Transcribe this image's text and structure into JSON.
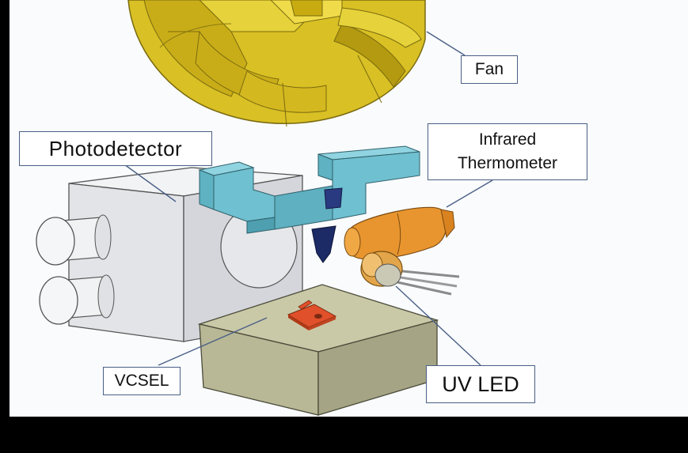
{
  "labels": {
    "fan": "Fan",
    "photodetector": "Photodetector",
    "infrared_line1": "Infrared",
    "infrared_line2": "Thermometer",
    "vcsel": "VCSEL",
    "uv_led": "UV LED"
  },
  "colors": {
    "background": "#f9fbfd",
    "fan": "#d9c024",
    "fan_shadow": "#b39a10",
    "photodetector_body": "#e3e4e8",
    "cuvette_holder": "#6fc0d0",
    "cuvette_tip": "#1c2a66",
    "thermometer": "#e8952f",
    "uv_led": "#e3a54a",
    "led_pins": "#b0b0b0",
    "vcsel_chip": "#e0502a",
    "base": "#b8b896",
    "leader_line": "#4a5f85",
    "label_border": "#4a5f85"
  }
}
